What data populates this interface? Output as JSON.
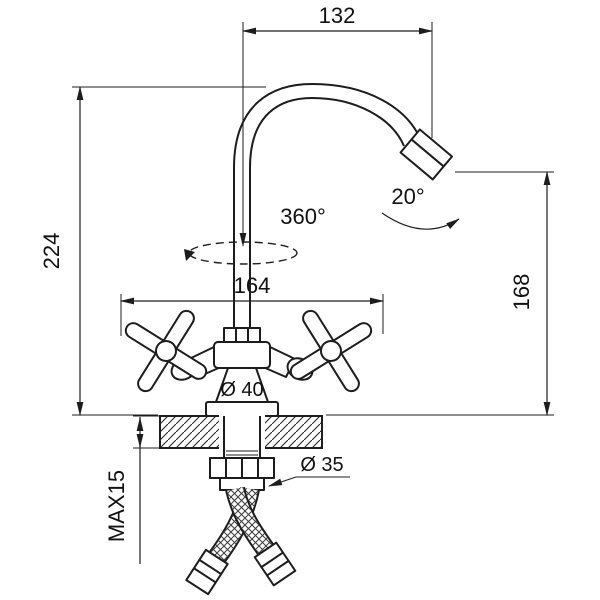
{
  "labels": {
    "width_top": "132",
    "height_left": "224",
    "swivel": "360°",
    "spout_angle": "20°",
    "body_width": "164",
    "height_right": "168",
    "base_diameter": "Ø 40",
    "nut_diameter": "Ø 35",
    "max_counter_thickness": "MAX15"
  },
  "colors": {
    "line": "#1d1d1d",
    "background": "#ffffff"
  }
}
